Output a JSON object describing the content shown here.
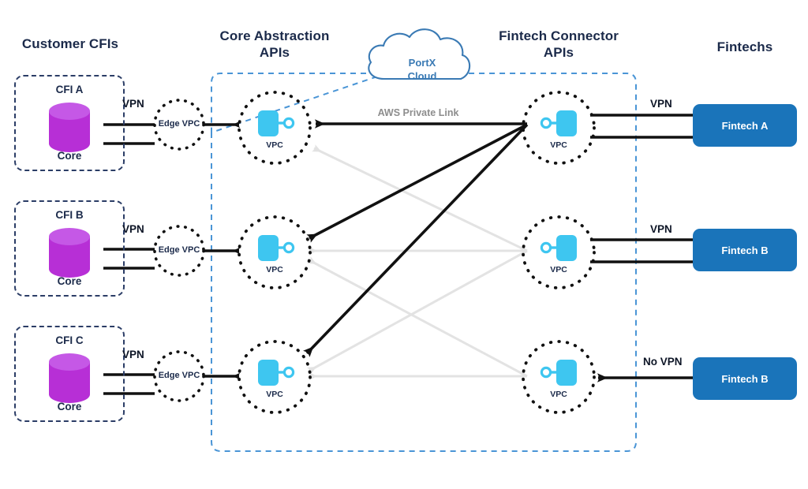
{
  "diagram": {
    "title": "PortX Core Abstraction / Fintech Connector network architecture",
    "colors": {
      "heading": "#1b2a4a",
      "cfi_border": "#2b3d66",
      "cloud_outline": "#3a7ab4",
      "boundary_dashed": "#4a95d6",
      "vpc_icon": "#3ec6f0",
      "core_cylinder": "#b72fd6",
      "core_cylinder_top": "#c558e6",
      "fintech_fill": "#1a74ba",
      "arrow_active": "#111111",
      "arrow_inactive": "#e3e3e3",
      "aws_link_text": "#8d8d8d"
    },
    "columns": [
      {
        "id": "customer-cfis",
        "label": "Customer CFIs"
      },
      {
        "id": "core-abstraction",
        "label": "Core Abstraction\nAPIs",
        "line1": "Core Abstraction",
        "line2": "APIs"
      },
      {
        "id": "fintech-connector",
        "label": "Fintech Connector\nAPIs",
        "line1": "Fintech Connector",
        "line2": "APIs"
      },
      {
        "id": "fintechs",
        "label": "Fintechs"
      }
    ],
    "cloud": {
      "line1": "PortX",
      "line2": "Cloud"
    },
    "private_link_label": "AWS Private Link",
    "rows": [
      {
        "id": "row-a",
        "cfi_label": "CFI A",
        "core_label": "Core",
        "left_vpn_label": "VPN",
        "edge_vpc_label": "Edge VPC",
        "core_vpc_label": "VPC",
        "connector_vpc_label": "VPC",
        "right_vpn_label": "VPN",
        "fintech_label": "Fintech A"
      },
      {
        "id": "row-b",
        "cfi_label": "CFI B",
        "core_label": "Core",
        "left_vpn_label": "VPN",
        "edge_vpc_label": "Edge VPC",
        "core_vpc_label": "VPC",
        "connector_vpc_label": "VPC",
        "right_vpn_label": "VPN",
        "fintech_label": "Fintech B"
      },
      {
        "id": "row-c",
        "cfi_label": "CFI C",
        "core_label": "Core",
        "left_vpn_label": "VPN",
        "edge_vpc_label": "Edge VPC",
        "core_vpc_label": "VPC",
        "connector_vpc_label": "VPC",
        "right_vpn_label": "No VPN",
        "fintech_label": "Fintech B"
      }
    ]
  }
}
